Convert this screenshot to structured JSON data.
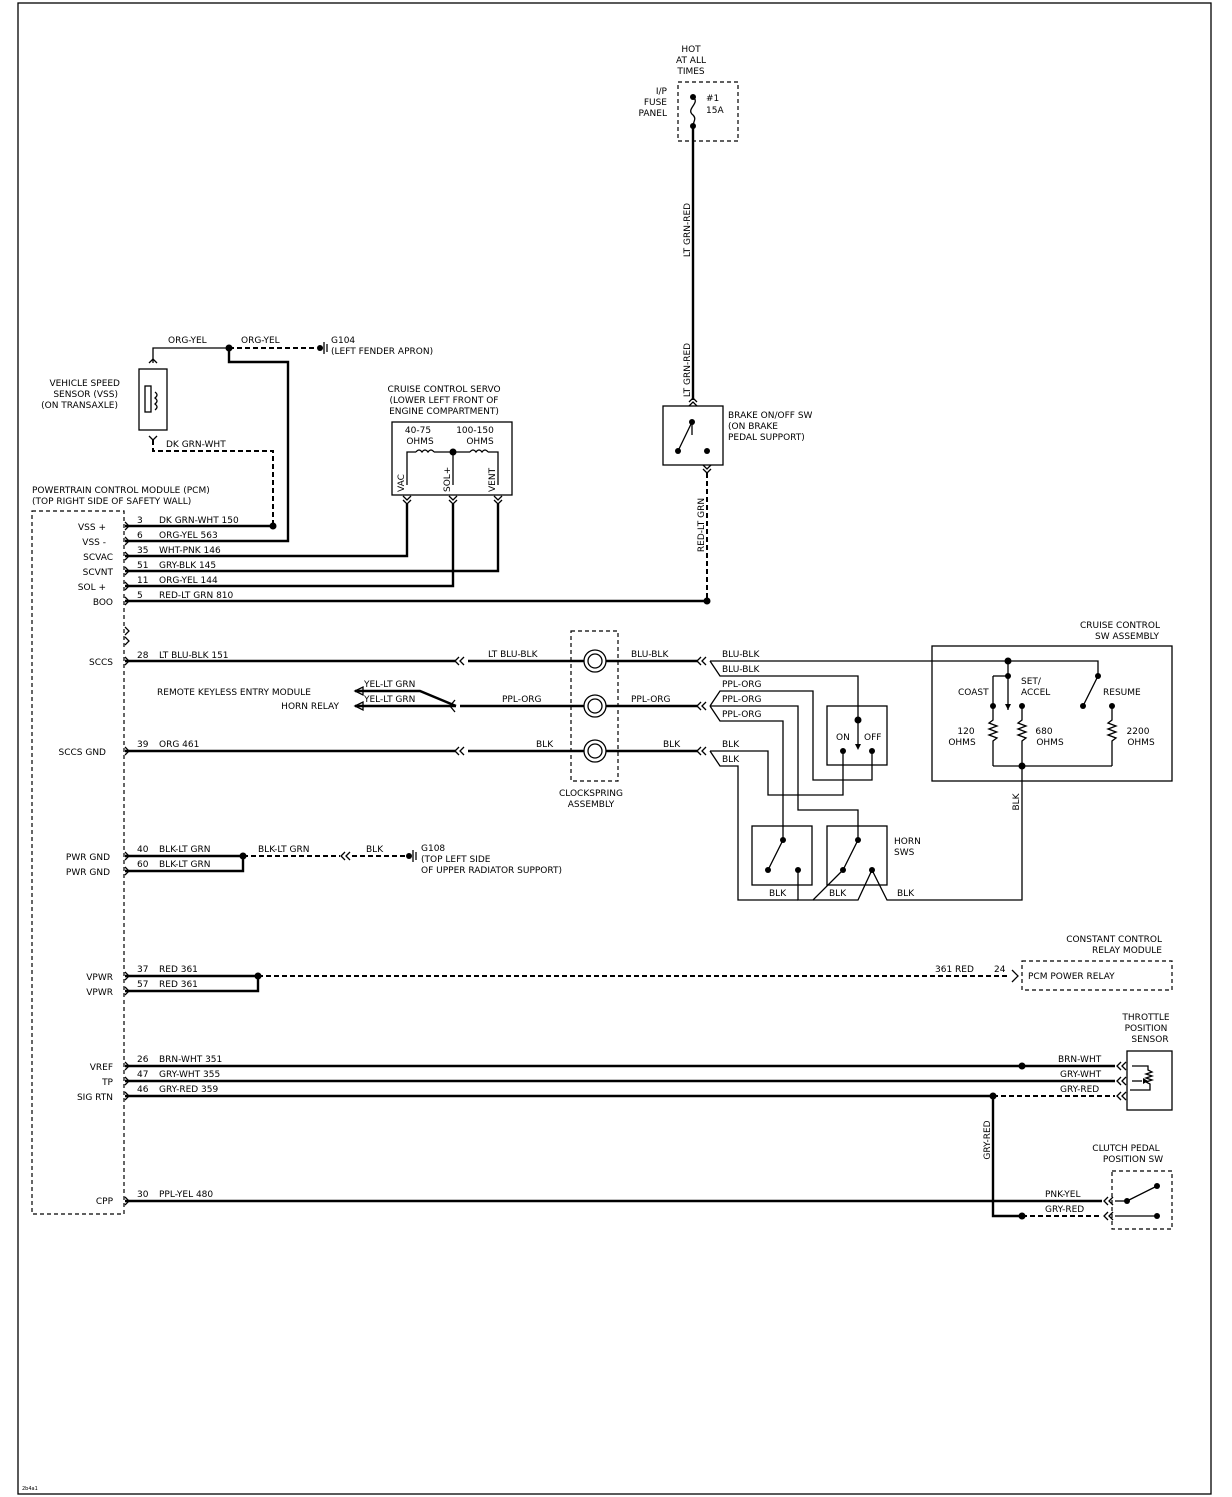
{
  "footer_code": "2b4a1",
  "fuse": {
    "hot": "HOT",
    "at_all": "AT ALL",
    "times": "TIMES",
    "ip": "I/P",
    "fuse_word": "FUSE",
    "panel": "PANEL",
    "num": "#1",
    "amps": "15A"
  },
  "wire_top": {
    "fuse_wire": "LT GRN-RED",
    "brake_in": "LT GRN-RED",
    "brake_out": "RED-LT GRN"
  },
  "brake_sw": {
    "l1": "BRAKE ON/OFF SW",
    "l2": "(ON BRAKE",
    "l3": "PEDAL SUPPORT)"
  },
  "vss": {
    "l1": "VEHICLE SPEED",
    "l2": "SENSOR (VSS)",
    "l3": "(ON TRANSAXLE)",
    "w_top_left": "ORG-YEL",
    "w_top_right": "ORG-YEL",
    "w_bottom": "DK GRN-WHT"
  },
  "g104": {
    "id": "G104",
    "loc": "(LEFT FENDER APRON)"
  },
  "servo": {
    "l1": "CRUISE CONTROL SERVO",
    "l2": "(LOWER LEFT FRONT OF",
    "l3": "ENGINE COMPARTMENT)",
    "r1a": "40-75",
    "r1b": "OHMS",
    "r2a": "100-150",
    "r2b": "OHMS",
    "p_vac": "VAC",
    "p_sol": "SOL+",
    "p_vent": "VENT"
  },
  "pcm": {
    "title1": "POWERTRAIN CONTROL MODULE (PCM)",
    "title2": "(TOP RIGHT SIDE OF SAFETY WALL)",
    "pins": [
      {
        "name": "VSS +",
        "num": "3",
        "wire": "DK GRN-WHT 150"
      },
      {
        "name": "VSS -",
        "num": "6",
        "wire": "ORG-YEL 563"
      },
      {
        "name": "SCVAC",
        "num": "35",
        "wire": "WHT-PNK 146"
      },
      {
        "name": "SCVNT",
        "num": "51",
        "wire": "GRY-BLK 145"
      },
      {
        "name": "SOL +",
        "num": "11",
        "wire": "ORG-YEL 144"
      },
      {
        "name": "BOO",
        "num": "5",
        "wire": "RED-LT GRN 810"
      },
      {
        "name": "SCCS",
        "num": "28",
        "wire": "LT BLU-BLK 151"
      },
      {
        "name": "SCCS GND",
        "num": "39",
        "wire": "ORG 461"
      },
      {
        "name": "PWR GND",
        "num": "40",
        "wire": "BLK-LT GRN"
      },
      {
        "name": "PWR GND",
        "num": "60",
        "wire": "BLK-LT GRN"
      },
      {
        "name": "VPWR",
        "num": "37",
        "wire": "RED 361"
      },
      {
        "name": "VPWR",
        "num": "57",
        "wire": "RED 361"
      },
      {
        "name": "VREF",
        "num": "26",
        "wire": "BRN-WHT 351"
      },
      {
        "name": "TP",
        "num": "47",
        "wire": "GRY-WHT 355"
      },
      {
        "name": "SIG RTN",
        "num": "46",
        "wire": "GRY-RED 359"
      },
      {
        "name": "CPP",
        "num": "30",
        "wire": "PPL-YEL 480"
      }
    ]
  },
  "clockspring": {
    "l1": "CLOCKSPRING",
    "l2": "ASSEMBLY",
    "w1_left": "LT BLU-BLK",
    "w1_right": "BLU-BLK",
    "w2_left": "PPL-ORG",
    "w2_right": "PPL-ORG",
    "w3_left": "BLK",
    "w3_right": "BLK"
  },
  "rke": {
    "l1": "REMOTE KEYLESS ENTRY MODULE",
    "l2": "HORN RELAY",
    "w1": "YEL-LT GRN",
    "w2": "YEL-LT GRN"
  },
  "sw_side": {
    "a": "BLU-BLK",
    "b": "BLU-BLK",
    "c": "PPL-ORG",
    "d": "PPL-ORG",
    "e": "PPL-ORG",
    "f": "BLK",
    "g": "BLK"
  },
  "onoff": {
    "on": "ON",
    "off": "OFF"
  },
  "cruise_sw": {
    "l1": "CRUISE CONTROL",
    "l2": "SW ASSEMBLY",
    "coast": "COAST",
    "set1": "SET/",
    "set2": "ACCEL",
    "resume": "RESUME",
    "r1a": "120",
    "r1b": "OHMS",
    "r2a": "680",
    "r2b": "OHMS",
    "r3a": "2200",
    "r3b": "OHMS",
    "gnd_wire": "BLK"
  },
  "horn": {
    "l1": "HORN",
    "l2": "SWS",
    "w1": "BLK",
    "w2": "BLK",
    "w3": "BLK"
  },
  "g108": {
    "w1": "BLK-LT GRN",
    "w2": "BLK",
    "id": "G108",
    "loc1": "(TOP LEFT SIDE",
    "loc2": "OF UPPER RADIATOR SUPPORT)"
  },
  "relay": {
    "l1": "CONSTANT CONTROL",
    "l2": "RELAY MODULE",
    "wire": "361 RED",
    "pin": "24",
    "name": "PCM POWER RELAY"
  },
  "tps": {
    "l1": "THROTTLE",
    "l2": "POSITION",
    "l3": "SENSOR",
    "w1": "BRN-WHT",
    "w2": "GRY-WHT",
    "w3": "GRY-RED"
  },
  "cpp": {
    "l1": "CLUTCH PEDAL",
    "l2": "POSITION SW",
    "w1": "PNK-YEL",
    "w2": "GRY-RED",
    "vert": "GRY-RED"
  }
}
